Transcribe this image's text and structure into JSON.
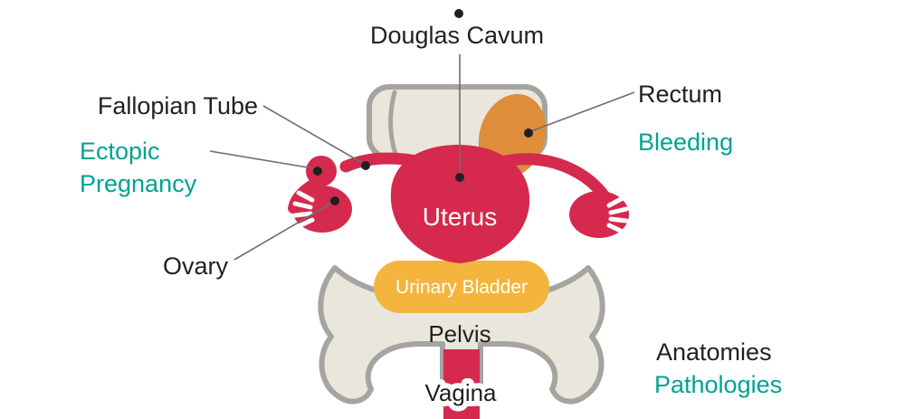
{
  "title": "Ectopic pregnancy anatomy and pathology diagram",
  "colors": {
    "anatomy_label": "#231f20",
    "pathology_label": "#00a295",
    "organ_red": "#d5294d",
    "rectum_orange": "#de8d3b",
    "bladder_amber": "#f3b53d",
    "bone_beige": "#e9e7dc",
    "bone_outline": "#a5a4a0",
    "leader_line": "#6d6e71"
  },
  "labels": {
    "douglas_cavum": "Douglas Cavum",
    "fallopian_tube": "Fallopian Tube",
    "ectopic_line1": "Ectopic",
    "ectopic_line2": "Pregnancy",
    "ovary": "Ovary",
    "rectum": "Rectum",
    "bleeding": "Bleeding",
    "uterus": "Uterus",
    "urinary_bladder": "Urinary Bladder",
    "pelvis": "Pelvis",
    "vagina": "Vagina"
  },
  "legend": {
    "anatomies": "Anatomies",
    "pathologies": "Pathologies"
  }
}
